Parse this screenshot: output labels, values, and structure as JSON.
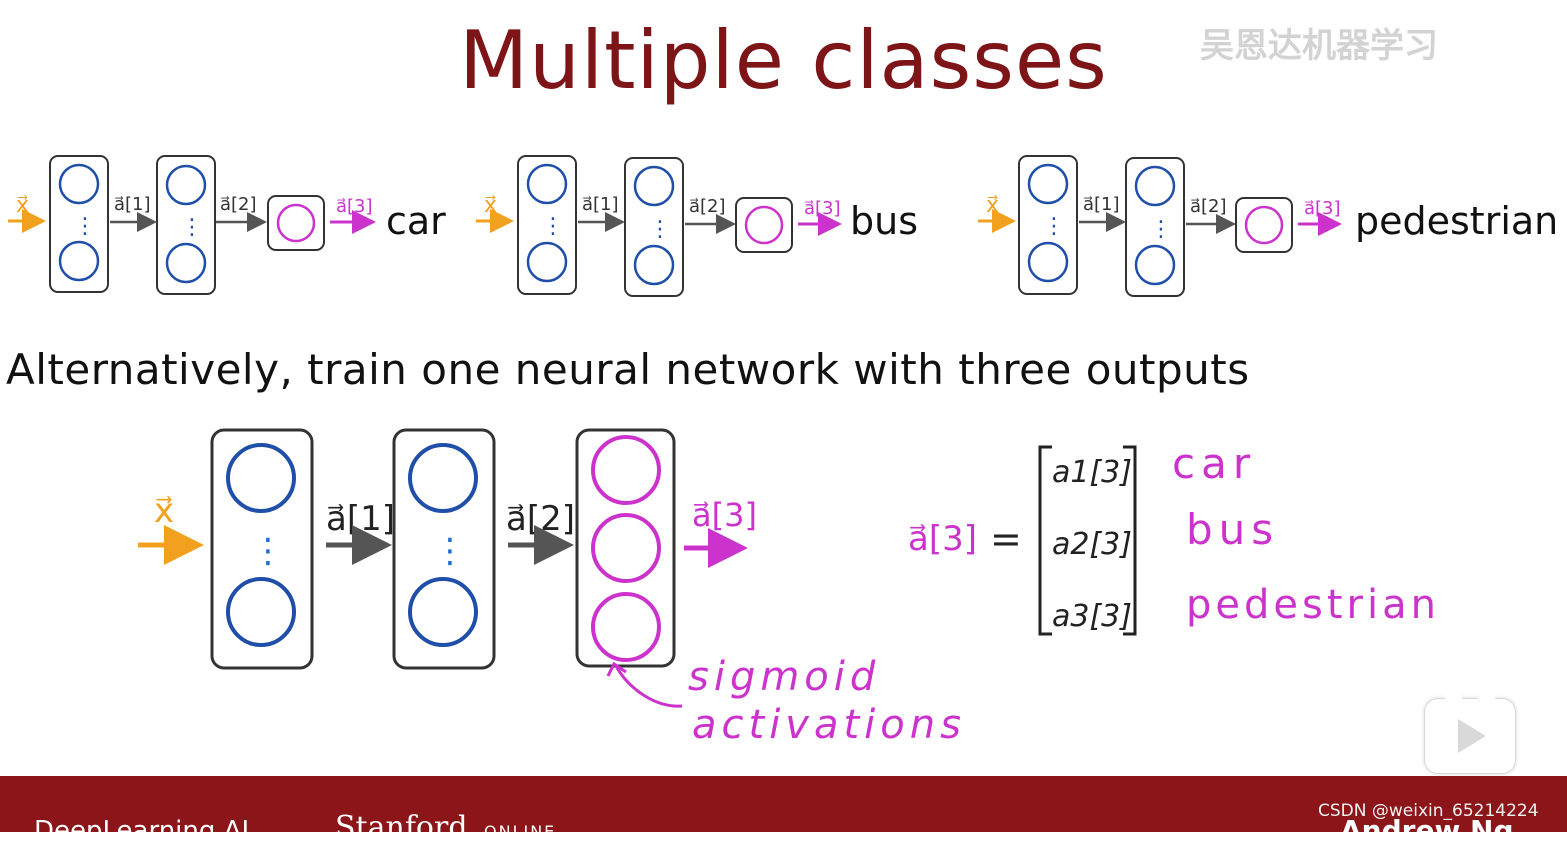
{
  "slide": {
    "title": "Multiple classes",
    "watermark": "吴恩达机器学习",
    "subtitle": "Alternatively, train one neural network with three outputs"
  },
  "small_networks": [
    {
      "input": "x⃗",
      "a1": "a⃗[1]",
      "a2": "a⃗[2]",
      "a3": "a⃗[3]",
      "label": "car"
    },
    {
      "input": "x⃗",
      "a1": "a⃗[1]",
      "a2": "a⃗[2]",
      "a3": "a⃗[3]",
      "label": "bus"
    },
    {
      "input": "x⃗",
      "a1": "a⃗[1]",
      "a2": "a⃗[2]",
      "a3": "a⃗[3]",
      "label": "pedestrian"
    }
  ],
  "big_network": {
    "input": "x⃗",
    "a1": "a⃗[1]",
    "a2": "a⃗[2]",
    "a3": "a⃗[3]",
    "annotation_line1": "sigmoid",
    "annotation_line2": "activations"
  },
  "output_vector": {
    "lhs": "a⃗[3]",
    "equals": "=",
    "entries": [
      "a1[3]",
      "a2[3]",
      "a3[3]"
    ],
    "classes": [
      "car",
      "bus",
      "pedestrian"
    ]
  },
  "footer": {
    "brand": "DeepLearning.AI",
    "stanford": "Stanford",
    "online": "ONLINE",
    "author": "Andrew Ng"
  },
  "csdn_watermark": "CSDN @weixin_65214224",
  "colors": {
    "title": "#7d1417",
    "neuron": "#1f4fa8",
    "output": "#cc33cc",
    "input": "#f2a11f",
    "arrow": "#555555",
    "footer": "#8b1519"
  },
  "icons": {
    "play": "play-triangle-icon"
  }
}
